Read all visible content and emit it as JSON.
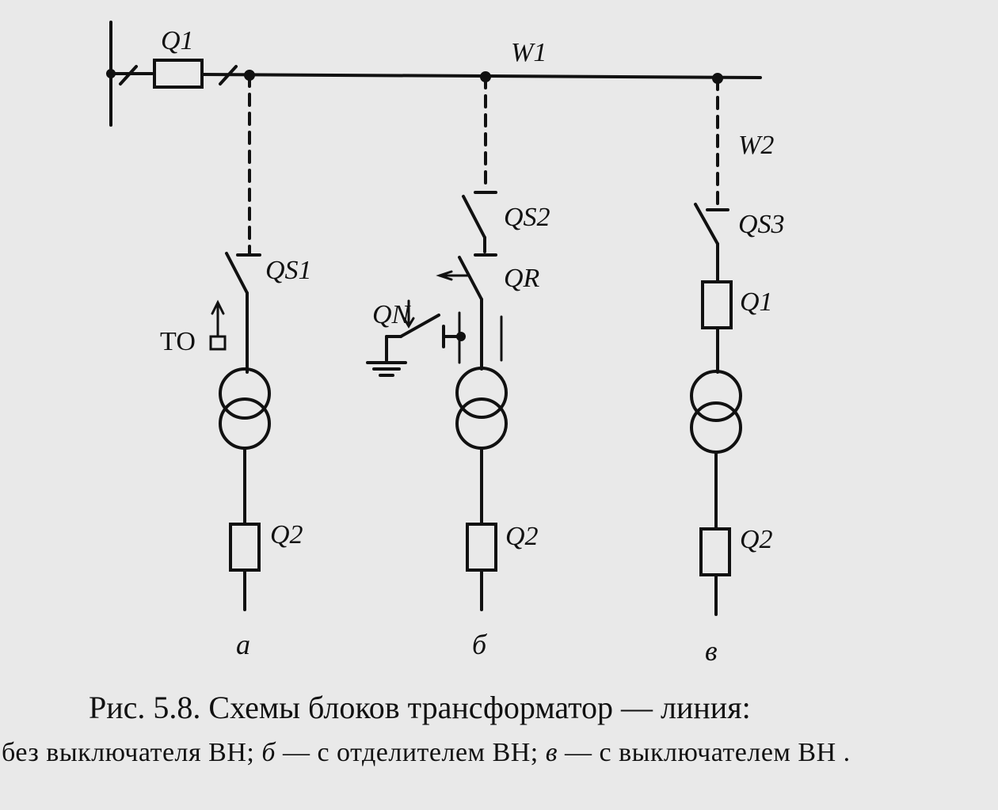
{
  "labels": {
    "Q1_top": "Q1",
    "W1": "W1",
    "W2": "W2",
    "QS1": "QS1",
    "QS2": "QS2",
    "QS3": "QS3",
    "QR": "QR",
    "QN": "QN",
    "TO": "ТО",
    "Q1_c": "Q1",
    "Q2_a": "Q2",
    "Q2_b": "Q2",
    "Q2_c": "Q2"
  },
  "panels": {
    "a": "а",
    "b": "б",
    "c": "в"
  },
  "caption": {
    "line1": "Рис. 5.8. Схемы блоков трансформатор — линия:",
    "line2_part1": "без выключателя ВН; ",
    "line2_b": "б",
    "line2_part2": " — с отделителем ВН; ",
    "line2_c": "в",
    "line2_part3": " — с выключателем ВН ."
  },
  "colors": {
    "ink": "#111111",
    "paper": "#e9e9e9"
  }
}
